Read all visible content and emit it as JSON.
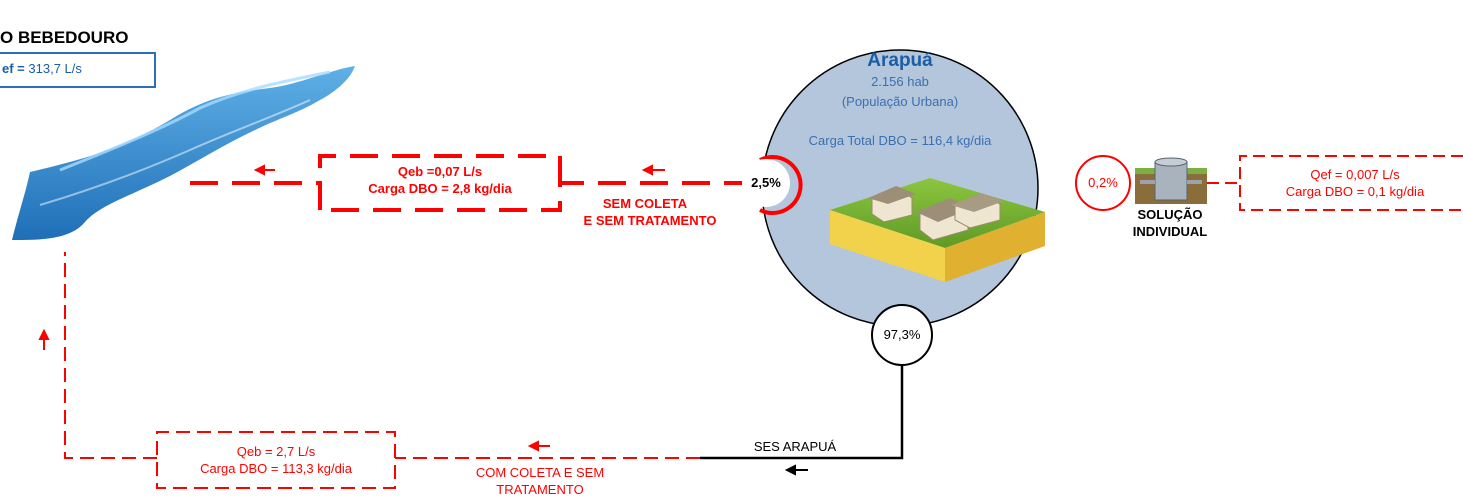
{
  "river": {
    "title": "O BEBEDOURO",
    "flow_label": "ef =",
    "flow_value": "313,7 L/s"
  },
  "city": {
    "name": "Arapuá",
    "population": "2.156 hab",
    "population_type": "(População Urbana)",
    "load_total": "Carga Total DBO = 116,4 kg/dia"
  },
  "no_collection": {
    "percent": "2,5%",
    "label_line1": "SEM COLETA",
    "label_line2": "E SEM TRATAMENTO",
    "flow": "Qeb =0,07 L/s",
    "load": "Carga DBO = 2,8 kg/dia"
  },
  "individual": {
    "percent": "0,2%",
    "label_line1": "SOLUÇÃO",
    "label_line2": "INDIVIDUAL",
    "flow": "Qef = 0,007 L/s",
    "load": "Carga DBO = 0,1 kg/dia"
  },
  "collected": {
    "percent": "97,3%",
    "system": "SES ARAPUÁ",
    "label_line1": "COM COLETA E SEM",
    "label_line2": "TRATAMENTO",
    "flow": "Qeb = 2,7 L/s",
    "load": "Carga DBO = 113,3 kg/dia"
  },
  "colors": {
    "red": "#ff0000",
    "blue_title": "#1b5ea6",
    "circle_fill": "#b4c6dc"
  }
}
